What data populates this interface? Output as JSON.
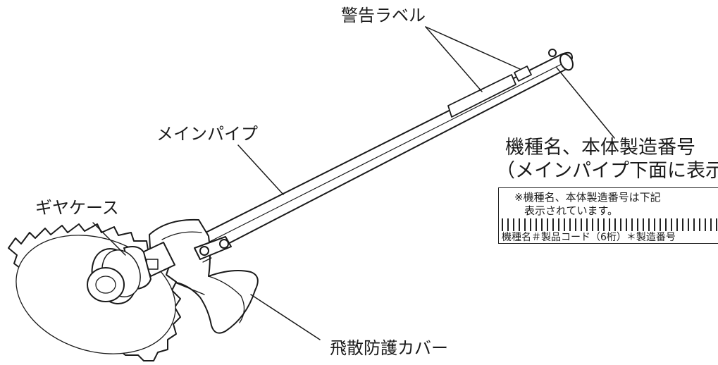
{
  "labels": {
    "warning_label": "警告ラベル",
    "main_pipe": "メインパイプ",
    "gear_case": "ギヤケース",
    "scatter_cover": "飛散防護カバー",
    "model_line1": "機種名、本体製造番号",
    "model_line2": "（メインパイプ下面に表示）"
  },
  "info_box": {
    "line1": "※機種名、本体製造番号は下記",
    "line2": "表示されています。",
    "line3": "機種名＃製品コード（6桁）＊製造番号"
  }
}
